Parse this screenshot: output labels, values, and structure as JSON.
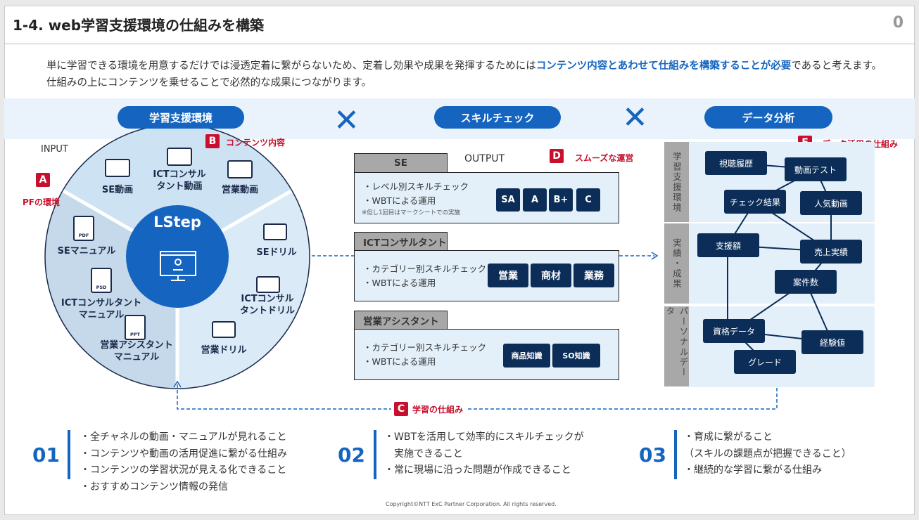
{
  "header": {
    "title": "1-4. web学習支援環境の仕組みを構築",
    "page_number": "0"
  },
  "intro": {
    "part1": "単に学習できる環境を用意するだけでは浸透定着に繋がらないため、定着し効果や成果を発揮するためには",
    "highlight": "コンテンツ内容とあわせて仕組みを構築することが必要",
    "part2": "であると考えます。仕組みの上にコンテンツを乗せることで必然的な成果につながります。"
  },
  "pills": [
    "学習支援環境",
    "スキルチェック",
    "データ分析"
  ],
  "times_symbol": "✕",
  "colors": {
    "accent": "#1565c0",
    "navy": "#0b2d57",
    "red": "#c8102e"
  },
  "labels": {
    "A": {
      "letter": "A",
      "text": "PFの環境"
    },
    "B": {
      "letter": "B",
      "text": "コンテンツ内容"
    },
    "C": {
      "letter": "C",
      "text": "学習の仕組み"
    },
    "D": {
      "letter": "D",
      "text": "スムーズな運営"
    },
    "E": {
      "letter": "E",
      "text": "データ活用の仕組み"
    }
  },
  "input_label": "INPUT",
  "output_label": "OUTPUT",
  "center": {
    "title": "LStep"
  },
  "videos": [
    "SE動画",
    "ICTコンサル\nタント動画",
    "営業動画"
  ],
  "manuals": [
    {
      "label": "SEマニュアル",
      "file": "PDF"
    },
    {
      "label": "ICTコンサルタント\nマニュアル",
      "file": "PSD"
    },
    {
      "label": "営業アシスタント\nマニュアル",
      "file": "PPT"
    }
  ],
  "drills": [
    "SEドリル",
    "ICTコンサル\nタントドリル",
    "営業ドリル"
  ],
  "output": [
    {
      "tab": "SE",
      "lines": [
        "・レベル別スキルチェック",
        "・WBTによる運用"
      ],
      "note": "※但し1回目はマークシートでの実施",
      "buttons": [
        "SA",
        "A",
        "B+",
        "C"
      ]
    },
    {
      "tab": "ICTコンサルタント",
      "lines": [
        "・カテゴリー別スキルチェック",
        "・WBTによる運用"
      ],
      "buttons": [
        "営業",
        "商材",
        "業務"
      ]
    },
    {
      "tab": "営業アシスタント",
      "lines": [
        "・カテゴリー別スキルチェック",
        "・WBTによる運用"
      ],
      "buttons": [
        "商品知識",
        "SO知識"
      ]
    }
  ],
  "data_rows": [
    "学習支援環境",
    "実績・成果",
    "パーソナルデータ"
  ],
  "nodes": [
    "視聴履歴",
    "動画テスト",
    "チェック結果",
    "人気動画",
    "支援額",
    "売上実績",
    "案件数",
    "資格データ",
    "経験値",
    "グレード"
  ],
  "bottom": [
    {
      "num": "01",
      "lines": [
        "・全チャネルの動画・マニュアルが見れること",
        "・コンテンツや動画の活用促進に繋がる仕組み",
        "・コンテンツの学習状況が見える化できること",
        "・おすすめコンテンツ情報の発信"
      ]
    },
    {
      "num": "02",
      "lines": [
        "・WBTを活用して効率的にスキルチェックが",
        "　実施できること",
        "・常に現場に沿った問題が作成できること"
      ]
    },
    {
      "num": "03",
      "lines": [
        "・育成に繋がること",
        "（スキルの課題点が把握できること）",
        "・継続的な学習に繋がる仕組み"
      ]
    }
  ],
  "copyright": "Copyright©NTT ExC Partner Corporation. All rights reserved."
}
